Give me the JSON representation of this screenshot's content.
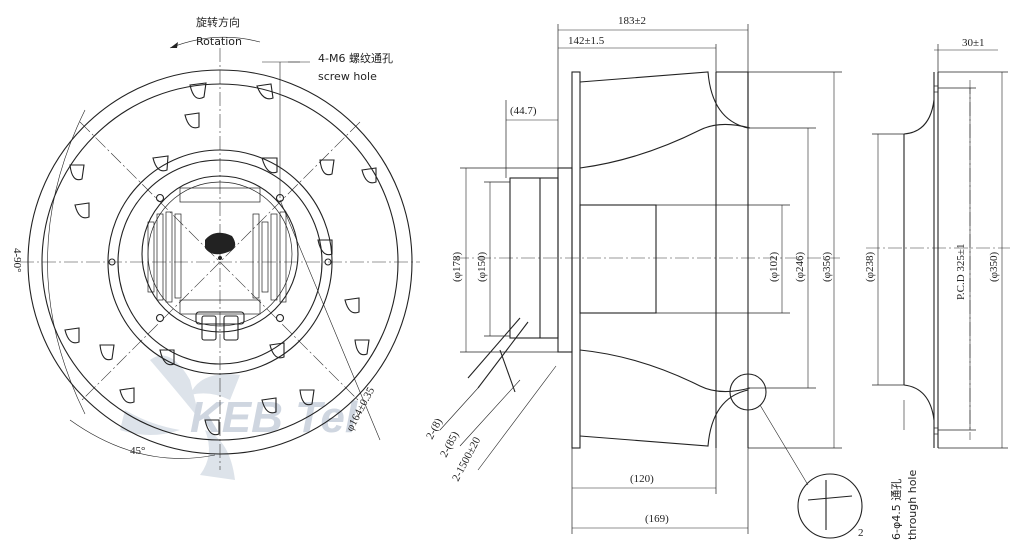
{
  "front_view": {
    "rotation_cn": "旋转方向",
    "rotation_en": "Rotation",
    "screw_cn": "4-M6 螺纹通孔",
    "screw_en": "screw hole",
    "angle_4x90": "4-90°",
    "angle_45": "45°",
    "pcd_164": "φ164±0.35"
  },
  "side_view": {
    "d183": "183±2",
    "d142": "142±1.5",
    "d44_7": "(44.7)",
    "d178": "(φ178)",
    "d150": "(φ150)",
    "d102": "(φ102)",
    "d246": "(φ246)",
    "d356": "(φ356)",
    "d120": "(120)",
    "d169": "(169)",
    "cable_8": "2-(8)",
    "cable_85": "2-(85)",
    "cable_1500": "2-1500±20",
    "detail_2": "2"
  },
  "ring_view": {
    "d30": "30±1",
    "d238": "(φ238)",
    "pcd_325": "P.C.D 325±1",
    "d350": "(φ350)",
    "hole_cn": "6-φ4.5 通孔",
    "hole_en": "through hole"
  },
  "watermark": "KEB Tel"
}
